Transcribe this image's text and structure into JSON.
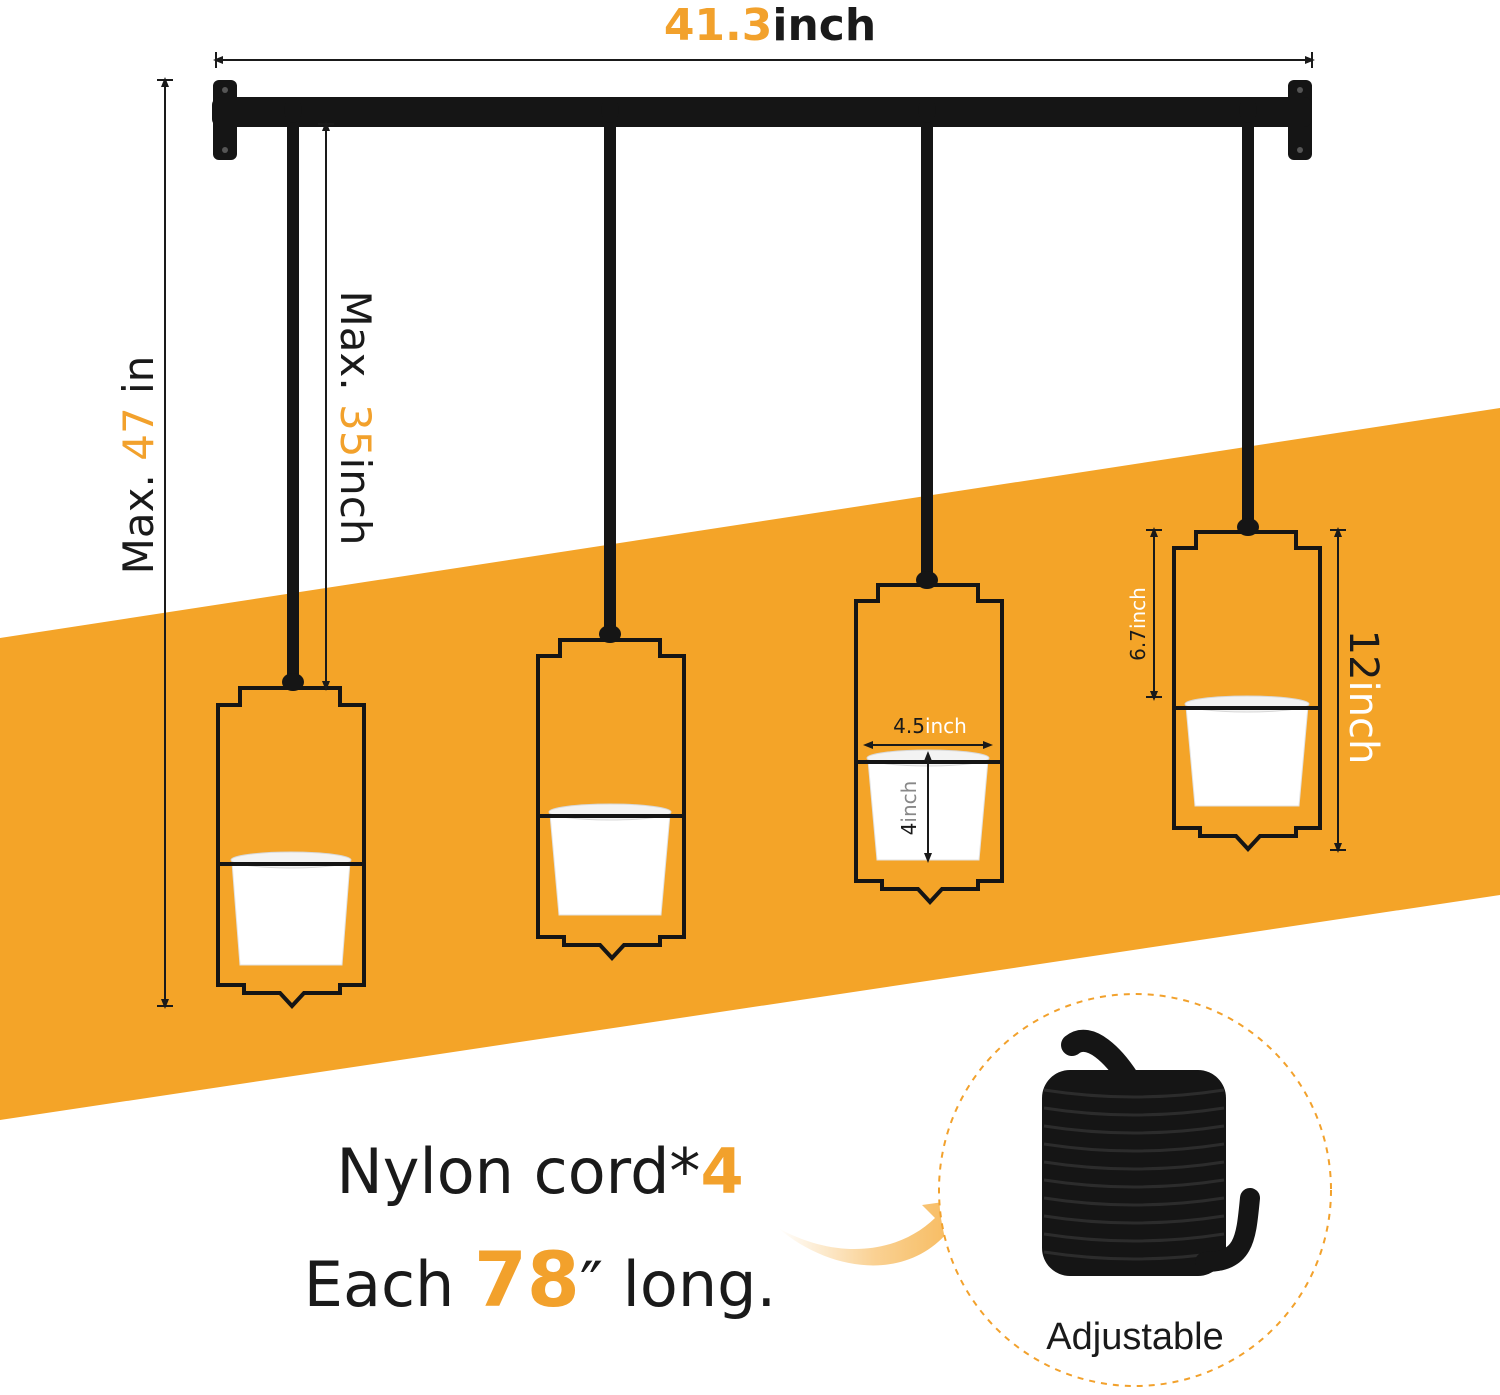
{
  "colors": {
    "accent": "#f2a12c",
    "band": "#f4a428",
    "metal": "#151515",
    "pot": "#ffffff",
    "text": "#1a1a1a"
  },
  "dimensions": {
    "width": {
      "value": "41.3",
      "unit": "inch"
    },
    "max_total": {
      "prefix": "Max. ",
      "value": "47",
      "unit": " in"
    },
    "max_cord": {
      "prefix": "Max. ",
      "value": "35",
      "unit": "inch"
    },
    "pot_width": {
      "value": "4.5",
      "unit": "inch"
    },
    "pot_height": {
      "value": "4",
      "unit": "inch"
    },
    "ring_height": {
      "value": "6.7",
      "unit": "inch"
    },
    "frame_height": {
      "value": "12",
      "unit": "inch"
    }
  },
  "cord": {
    "line1": {
      "text": "Nylon cord*",
      "value": "4"
    },
    "line2": {
      "prefix": "Each ",
      "value": "78",
      "suffix": "″ long."
    },
    "badge": "Adjustable"
  },
  "icons": [
    "arrow-icon",
    "nylon-cord-coil-icon"
  ]
}
